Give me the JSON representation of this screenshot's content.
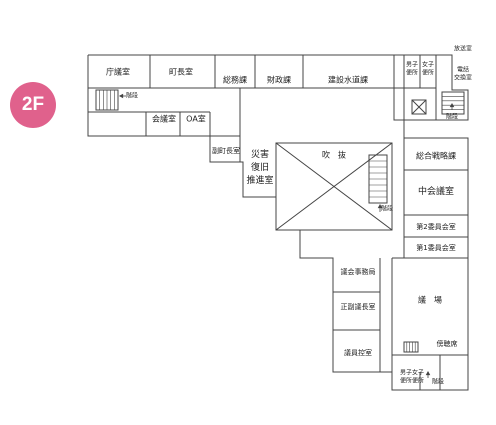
{
  "floor_badge": {
    "text": "2F",
    "color": "#e0618c"
  },
  "line_color": "#444444",
  "rooms": {
    "chogishitsu": "庁議室",
    "chochoshitsu": "町長室",
    "somuka": "総務課",
    "zaimuka": "財政課",
    "kensetsu_suidoka": "建設水道課",
    "danshi_benjo_top": [
      "男子",
      "便所"
    ],
    "joshi_benjo_top": [
      "女子",
      "便所"
    ],
    "hoso_shitsu": "放送室",
    "denwa_kokanshitsu": [
      "電話",
      "交換室"
    ],
    "kaigishitsu": "会議室",
    "oa_shitsu": "OA室",
    "fukuchoshitsu": "副町長室",
    "saigai_fukkyu": [
      "災害",
      "復旧",
      "推進室"
    ],
    "fukinuke": "吹　抜",
    "sogo_senryaku": "総合戦略課",
    "chukaigishitsu": "中会議室",
    "dai2_iinkai": "第2委員会室",
    "dai1_iinkai": "第1委員会室",
    "gikai_jimukyoku": "議会事務局",
    "seifuku_gichoshitsu": "正副議長室",
    "giin_hikaeshitsu": "議員控室",
    "gijo": "議　場",
    "bochoseki": "傍聴席",
    "danshi_benjo_bottom": [
      "男子",
      "便所"
    ],
    "joshi_benjo_bottom": [
      "女子",
      "便所"
    ]
  },
  "stairs": {
    "left": "階段",
    "top_right": "階段",
    "atrium": "階段",
    "bottom": "階段"
  }
}
